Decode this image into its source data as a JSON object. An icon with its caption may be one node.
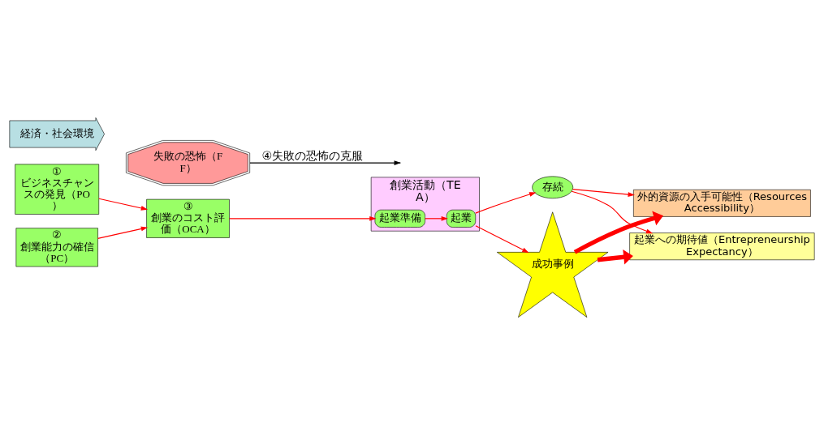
{
  "diagram": {
    "nodes": [
      {
        "text": [
          "外的資源の入手可能性（Resources Accessibility）"
        ]
      },
      {
        "text": [
          "経済・社会環境"
        ]
      },
      {
        "text": [
          "①",
          "ビジネスチャンスの発見（PO）"
        ]
      },
      {
        "text": [
          "②",
          "創業能力の確信（PC）"
        ]
      },
      {
        "text": [
          "③",
          "創業のコスト評価（OCA）"
        ]
      },
      {
        "text": [
          "創業活動（TEA）"
        ]
      },
      {
        "text": [
          "起業準備"
        ],
        "in": 5
      },
      {
        "text": [
          "起業"
        ],
        "in": 5
      },
      {
        "text": [
          "存続"
        ]
      },
      {
        "text": [
          "成功事例"
        ]
      },
      {
        "text": [
          "失敗の恐怖（FF）"
        ]
      },
      {
        "text": [
          "起業への期待値（Entrepreneurship Expectancy）"
        ]
      }
    ],
    "edges": [
      {
        "from": 2,
        "to": 4,
        "arrow": "to"
      },
      {
        "from": 3,
        "to": 4,
        "arrow": "to"
      },
      {
        "from": 4,
        "to": 6,
        "arrow": "to"
      },
      {
        "from": 6,
        "to": 7,
        "arrow": "to"
      },
      {
        "from": 7,
        "to": 8,
        "arrow": "to"
      },
      {
        "from": 7,
        "to": 9,
        "arrow": "to"
      },
      {
        "from": 8,
        "to": 0,
        "arrow": "to"
      },
      {
        "from": 8,
        "to": 11,
        "arrow": "to"
      },
      {
        "from": 9,
        "to": 0,
        "arrow": "to",
        "style": "thick"
      },
      {
        "from": 9,
        "to": 11,
        "arrow": "to",
        "style": "thick"
      },
      {
        "from": 10,
        "to": null,
        "arrow": "to",
        "label": "④失敗の恐怖の克服",
        "color": "#000000"
      }
    ]
  }
}
